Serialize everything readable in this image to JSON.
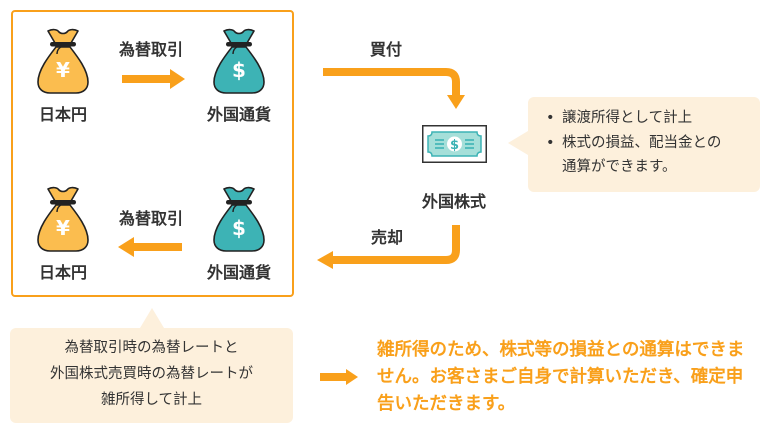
{
  "colors": {
    "accent": "#f9a01b",
    "yen_bag": "#fbbd4f",
    "usd_bag": "#3db3b5",
    "note_bg": "#fdf0dc",
    "text": "#333333"
  },
  "fx_box": {
    "top_row": {
      "from_label": "日本円",
      "from_symbol": "¥",
      "to_label": "外国通貨",
      "to_symbol": "$",
      "arrow_label": "為替取引",
      "direction": "right"
    },
    "bottom_row": {
      "from_label": "外国通貨",
      "from_symbol": "$",
      "to_label": "日本円",
      "to_symbol": "¥",
      "arrow_label": "為替取引",
      "direction": "left"
    }
  },
  "flow": {
    "buy_label": "買付",
    "sell_label": "売却",
    "stock_label": "外国株式",
    "stock_icon": "banknote-dollar-icon"
  },
  "stock_note": {
    "bullet": "•",
    "items": [
      {
        "lines": [
          "譲渡所得として計上"
        ]
      },
      {
        "lines": [
          "株式の損益、配当金との",
          "通算ができます。"
        ]
      }
    ]
  },
  "fx_note": {
    "lines": [
      "為替取引時の為替レートと",
      "外国株式売買時の為替レートが",
      "雑所得して計上"
    ]
  },
  "conclusion": {
    "lines": [
      "雑所得のため、株式等の損益との通算はできま",
      "せん。お客さまご自身で計算いただき、確定申",
      "告いただきます。"
    ]
  }
}
